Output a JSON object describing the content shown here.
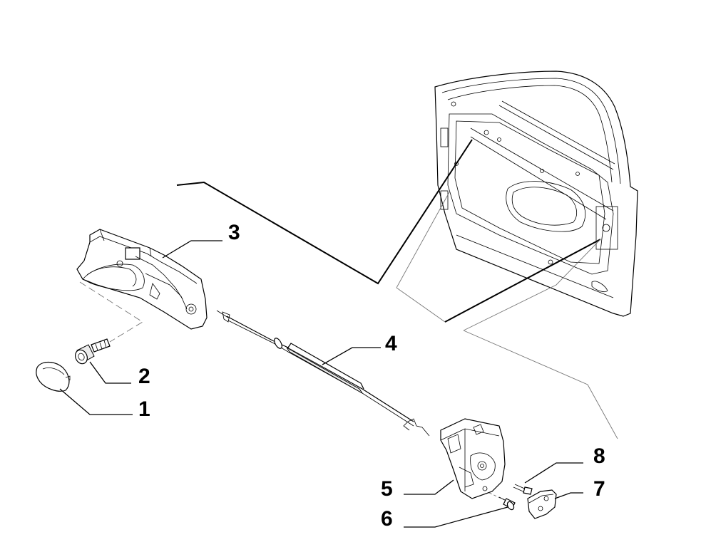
{
  "diagram": {
    "parts": [
      {
        "number": "1",
        "icon": "handle-cap-icon"
      },
      {
        "number": "2",
        "icon": "screw-icon"
      },
      {
        "number": "3",
        "icon": "inner-handle-icon"
      },
      {
        "number": "4",
        "icon": "control-cable-icon"
      },
      {
        "number": "5",
        "icon": "door-lock-icon"
      },
      {
        "number": "6",
        "icon": "lock-screw-icon"
      },
      {
        "number": "7",
        "icon": "striker-plate-icon"
      },
      {
        "number": "8",
        "icon": "striker-bolt-icon"
      }
    ]
  }
}
